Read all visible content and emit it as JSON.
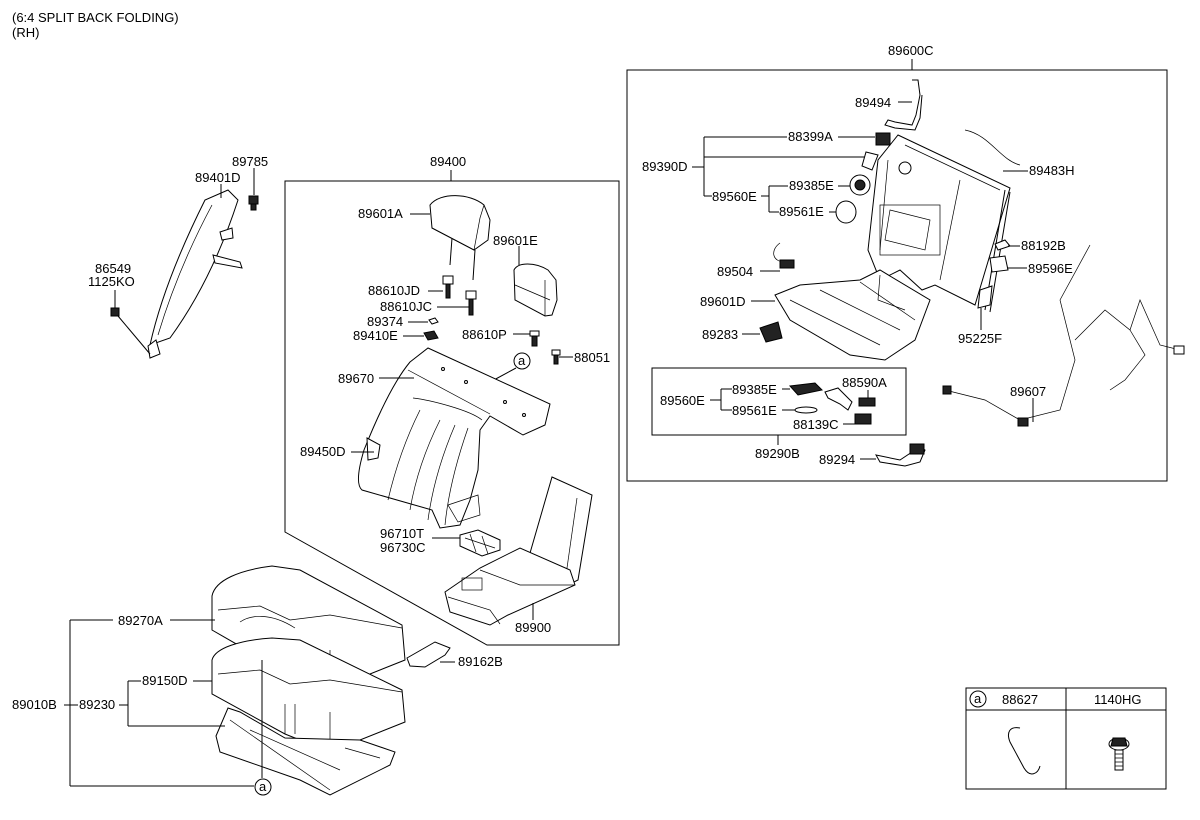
{
  "header": {
    "line1": "(6:4 SPLIT BACK FOLDING)",
    "line2": "(RH)"
  },
  "colors": {
    "ink": "#000000",
    "background": "#ffffff"
  },
  "groups": {
    "seat_back": {
      "label": "89400"
    },
    "seat_back_frame": {
      "label": "89600C"
    },
    "lumbar_box": {
      "label": "89290B"
    }
  },
  "parts": {
    "p89785": "89785",
    "p89401D": "89401D",
    "p86549": "86549",
    "p1125KO": "1125KO",
    "p89601A": "89601A",
    "p89601E": "89601E",
    "p88610JD": "88610JD",
    "p88610JC": "88610JC",
    "p89374": "89374",
    "p89410E": "89410E",
    "p88610P": "88610P",
    "p88051": "88051",
    "p89670": "89670",
    "p89450D": "89450D",
    "p96710T": "96710T",
    "p96730C": "96730C",
    "p89900": "89900",
    "p89270A": "89270A",
    "p89162B": "89162B",
    "p89150D": "89150D",
    "p89010B": "89010B",
    "p89230": "89230",
    "p89494": "89494",
    "p88399A": "88399A",
    "p89390D": "89390D",
    "p89385E": "89385E",
    "p89560E": "89560E",
    "p89561E": "89561E",
    "p89483H": "89483H",
    "p88192B": "88192B",
    "p89596E": "89596E",
    "p89504": "89504",
    "p89601D": "89601D",
    "p89283": "89283",
    "p95225F": "95225F",
    "p89607": "89607",
    "p89385E_b": "89385E",
    "p89560E_b": "89560E",
    "p89561E_b": "89561E",
    "p88590A": "88590A",
    "p88139C": "88139C",
    "p89294": "89294"
  },
  "callouts": {
    "a": "a"
  },
  "legend_table": {
    "columns": [
      {
        "marker": "a",
        "part": "88627",
        "icon": "wire-clip-icon"
      },
      {
        "marker": "",
        "part": "1140HG",
        "icon": "flange-bolt-icon"
      }
    ]
  }
}
